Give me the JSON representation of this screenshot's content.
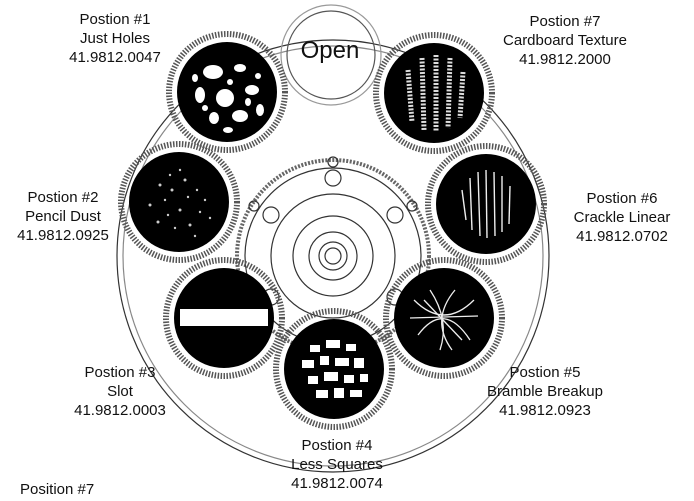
{
  "open_label": "Open",
  "positions": [
    {
      "title": "Postion #1",
      "name": "Just Holes",
      "code": "41.9812.0047"
    },
    {
      "title": "Postion #2",
      "name": "Pencil Dust",
      "code": "41.9812.0925"
    },
    {
      "title": "Postion #3",
      "name": "Slot",
      "code": "41.9812.0003"
    },
    {
      "title": "Postion #4",
      "name": "Less Squares",
      "code": "41.9812.0074"
    },
    {
      "title": "Postion #5",
      "name": "Bramble Breakup",
      "code": "41.9812.0923"
    },
    {
      "title": "Postion #6",
      "name": "Crackle Linear",
      "code": "41.9812.0702"
    },
    {
      "title": "Postion #7",
      "name": "Cardboard Texture",
      "code": "41.9812.2000"
    }
  ],
  "footer_label": "Position #7"
}
